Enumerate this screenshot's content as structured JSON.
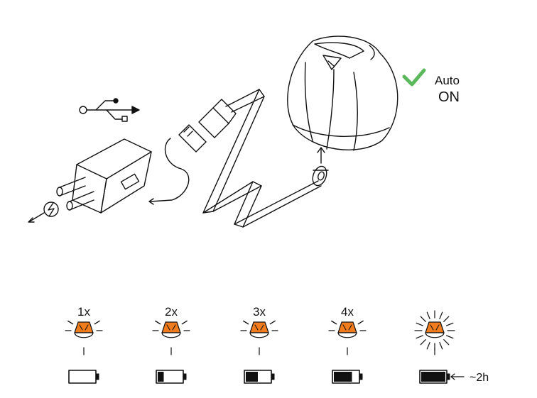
{
  "auto_on": {
    "line1": "Auto",
    "line2": "ON",
    "check_color": "#5cb85c"
  },
  "status": {
    "led_color": "#f07c1e",
    "levels": [
      {
        "blink_label": "1x",
        "battery_fraction": 0.0
      },
      {
        "blink_label": "2x",
        "battery_fraction": 0.25
      },
      {
        "blink_label": "3x",
        "battery_fraction": 0.5
      },
      {
        "blink_label": "4x",
        "battery_fraction": 0.75
      },
      {
        "blink_label": "",
        "battery_fraction": 1.0,
        "duration": "~2h"
      }
    ]
  },
  "icons": [
    "usb-symbol-icon",
    "charger-icon",
    "cable-icon",
    "device-icon",
    "power-icon",
    "checkmark-icon",
    "battery-icon"
  ]
}
